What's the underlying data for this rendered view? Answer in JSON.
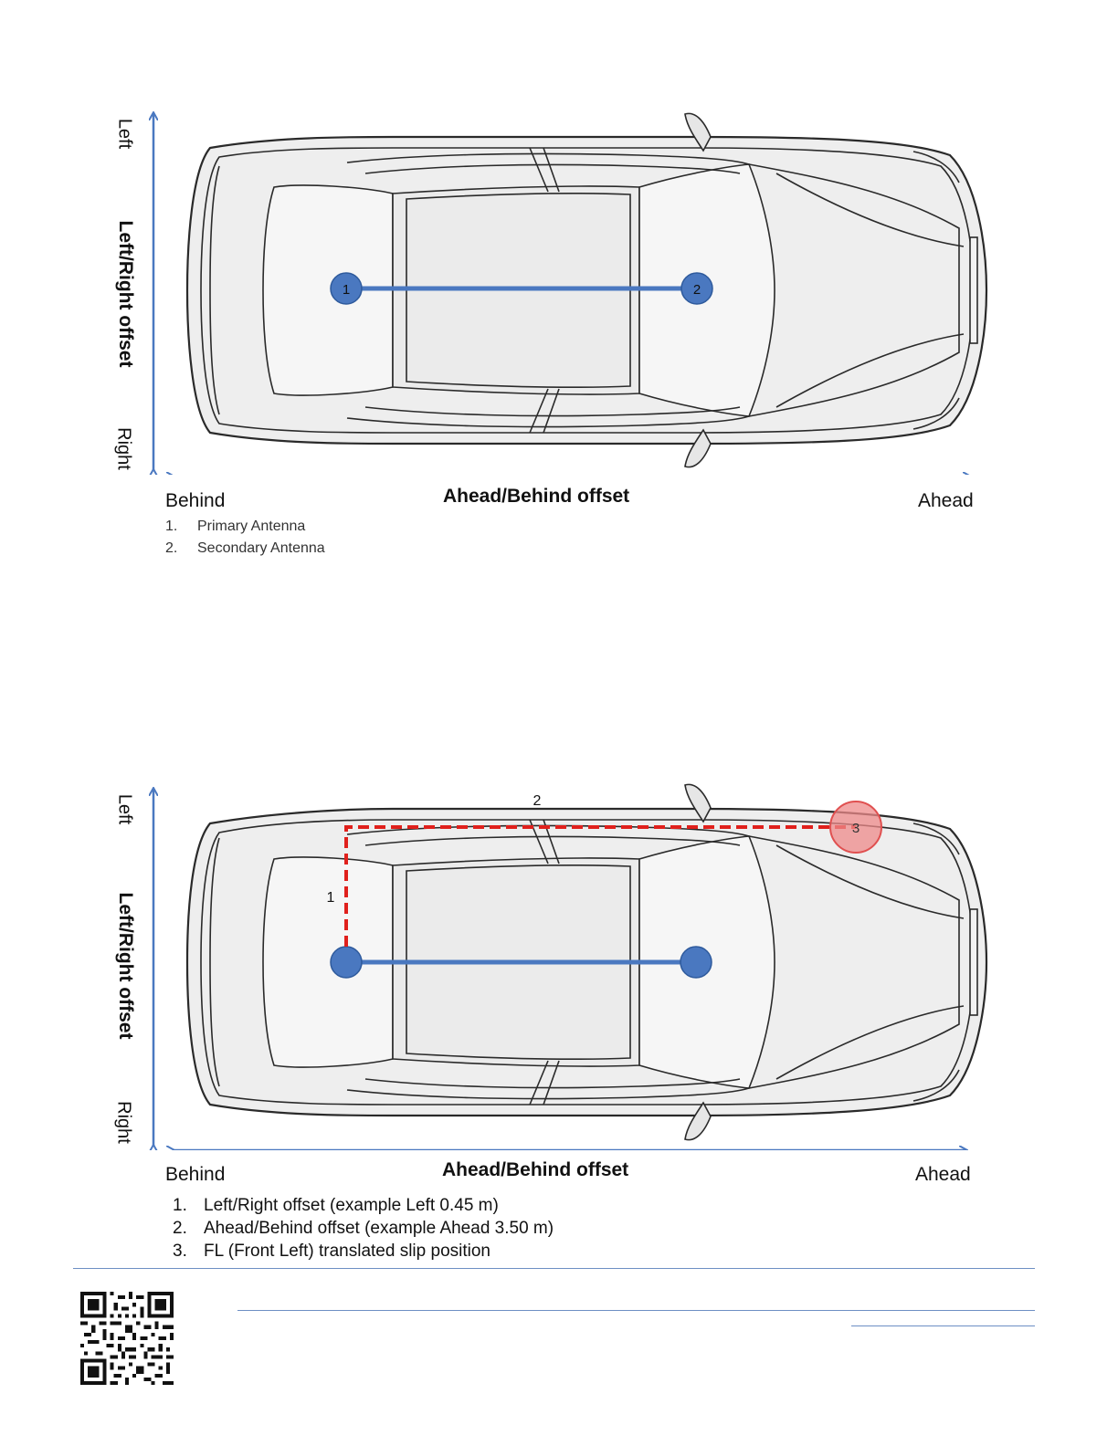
{
  "colors": {
    "axis_arrow": "#4a78c0",
    "antenna": "#4a78c0",
    "slip_path": "#e0201c",
    "slip_point": "#ee8a8a",
    "car_outline": "#2a2a2a",
    "car_fill": "#eeeeee",
    "rule": "#6d8fc4"
  },
  "figure1": {
    "axis_left": "Left",
    "axis_right": "Right",
    "axis_vertical_title": "Left/Right offset",
    "axis_behind": "Behind",
    "axis_ahead": "Ahead",
    "axis_horizontal_title": "Ahead/Behind offset",
    "marker_primary": "1",
    "marker_secondary": "2",
    "legend": [
      {
        "num": "1.",
        "text": "Primary Antenna"
      },
      {
        "num": "2.",
        "text": "Secondary Antenna"
      }
    ]
  },
  "figure2": {
    "axis_left": "Left",
    "axis_right": "Right",
    "axis_vertical_title": "Left/Right offset",
    "axis_behind": "Behind",
    "axis_ahead": "Ahead",
    "axis_horizontal_title": "Ahead/Behind offset",
    "path_label_1": "1",
    "path_label_2": "2",
    "marker_slip": "3",
    "legend": [
      {
        "num": "1.",
        "text": "Left/Right offset (example Left 0.45 m)"
      },
      {
        "num": "2.",
        "text": "Ahead/Behind offset (example Ahead 3.50 m)"
      },
      {
        "num": "3.",
        "text": "FL (Front Left) translated slip position"
      }
    ]
  },
  "footer": {
    "qr_icon": "qr-code-icon"
  }
}
